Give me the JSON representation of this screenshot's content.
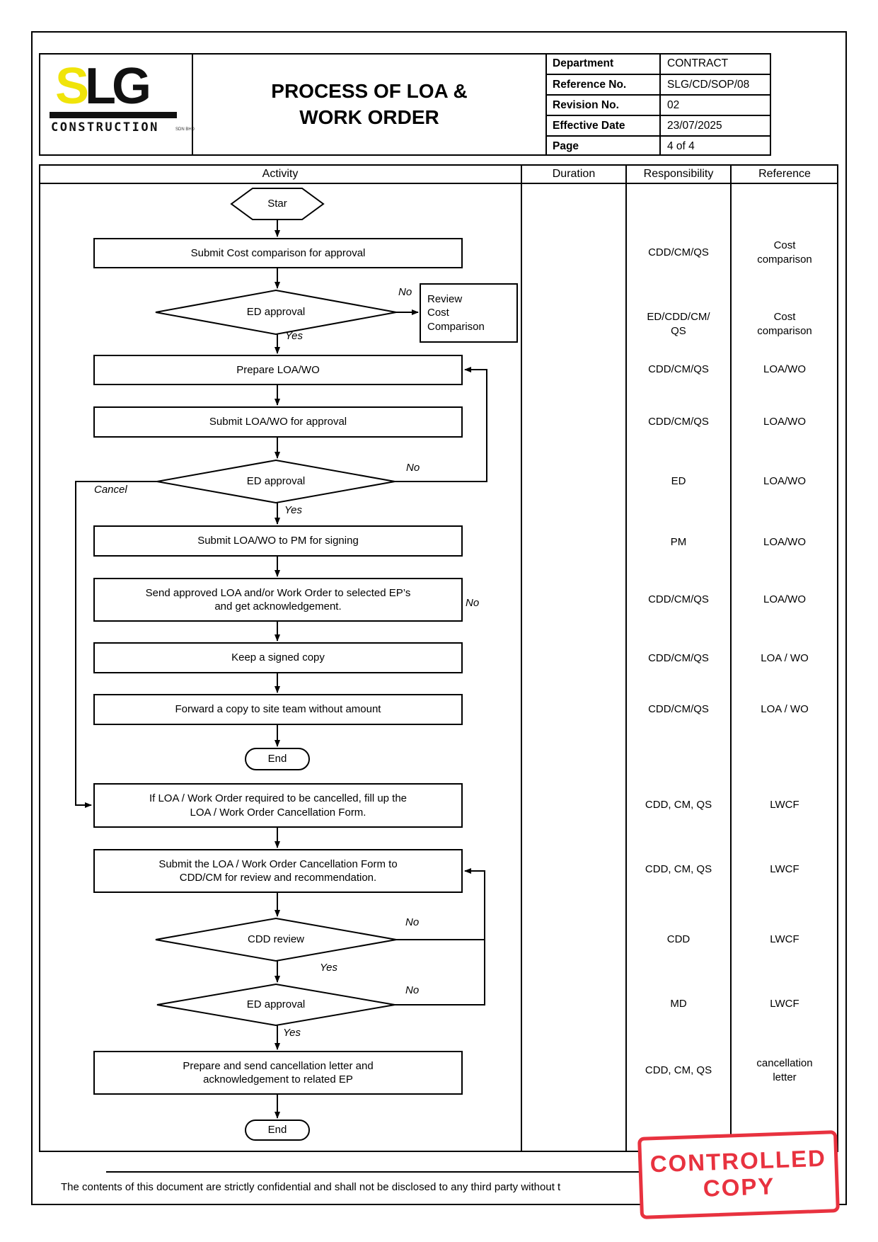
{
  "header": {
    "logo": {
      "letters_yellow": "S",
      "letters_black": "LG",
      "construction": "CONSTRUCTION",
      "suffix": "SDN BHD"
    },
    "title": "PROCESS OF LOA &\nWORK ORDER",
    "info": [
      {
        "label": "Department",
        "value": "CONTRACT"
      },
      {
        "label": "Reference No.",
        "value": "SLG/CD/SOP/08"
      },
      {
        "label": "Revision No.",
        "value": "02"
      },
      {
        "label": "Effective Date",
        "value": "23/07/2025"
      },
      {
        "label": "Page",
        "value": "4 of 4"
      }
    ]
  },
  "columns": {
    "activity": "Activity",
    "duration": "Duration",
    "responsibility": "Responsibility",
    "reference": "Reference"
  },
  "flow": {
    "start": "Star",
    "submit_cost": "Submit Cost comparison for approval",
    "ed_approval_1": "ED approval",
    "review_cost": "Review\nCost\nComparison",
    "prepare_loa": "Prepare LOA/WO",
    "submit_loa": "Submit LOA/WO for approval",
    "ed_approval_2": "ED approval",
    "submit_pm": "Submit LOA/WO to PM for signing",
    "send_approved": "Send approved LOA and/or Work Order to selected EP’s\nand get acknowledgement.",
    "keep_copy": "Keep a signed copy",
    "forward_copy": "Forward a copy to site team without amount",
    "end_1": "End",
    "fill_cancellation": "If LOA / Work Order required to be cancelled, fill up the\nLOA / Work Order Cancellation Form.",
    "submit_cancellation": "Submit the LOA / Work Order Cancellation Form to\nCDD/CM for review and recommendation.",
    "cdd_review": "CDD review",
    "ed_approval_3": "ED approval",
    "prepare_letter": "Prepare and send cancellation letter and\nacknowledgement to related EP",
    "end_2": "End",
    "labels": {
      "yes": "Yes",
      "no": "No",
      "cancel": "Cancel"
    }
  },
  "rows": [
    {
      "resp": "CDD/CM/QS",
      "ref": "Cost\ncomparison"
    },
    {
      "resp": "ED/CDD/CM/\nQS",
      "ref": "Cost\ncomparison"
    },
    {
      "resp": "CDD/CM/QS",
      "ref": "LOA/WO"
    },
    {
      "resp": "CDD/CM/QS",
      "ref": "LOA/WO"
    },
    {
      "resp": "ED",
      "ref": "LOA/WO"
    },
    {
      "resp": "PM",
      "ref": "LOA/WO"
    },
    {
      "resp": "CDD/CM/QS",
      "ref": "LOA/WO"
    },
    {
      "resp": "CDD/CM/QS",
      "ref": "LOA / WO"
    },
    {
      "resp": "CDD/CM/QS",
      "ref": "LOA / WO"
    },
    {
      "resp": "CDD, CM, QS",
      "ref": "LWCF"
    },
    {
      "resp": "CDD, CM, QS",
      "ref": "LWCF"
    },
    {
      "resp": "CDD",
      "ref": "LWCF"
    },
    {
      "resp": "MD",
      "ref": "LWCF"
    },
    {
      "resp": "CDD, CM, QS",
      "ref": "cancellation\nletter"
    }
  ],
  "footer": {
    "confidentiality": "The contents of this document are strictly confidential and shall not be disclosed to any third party without t"
  },
  "stamp": {
    "line1": "CONTROLLED",
    "line2": "COPY",
    "color": "#e8323f"
  }
}
